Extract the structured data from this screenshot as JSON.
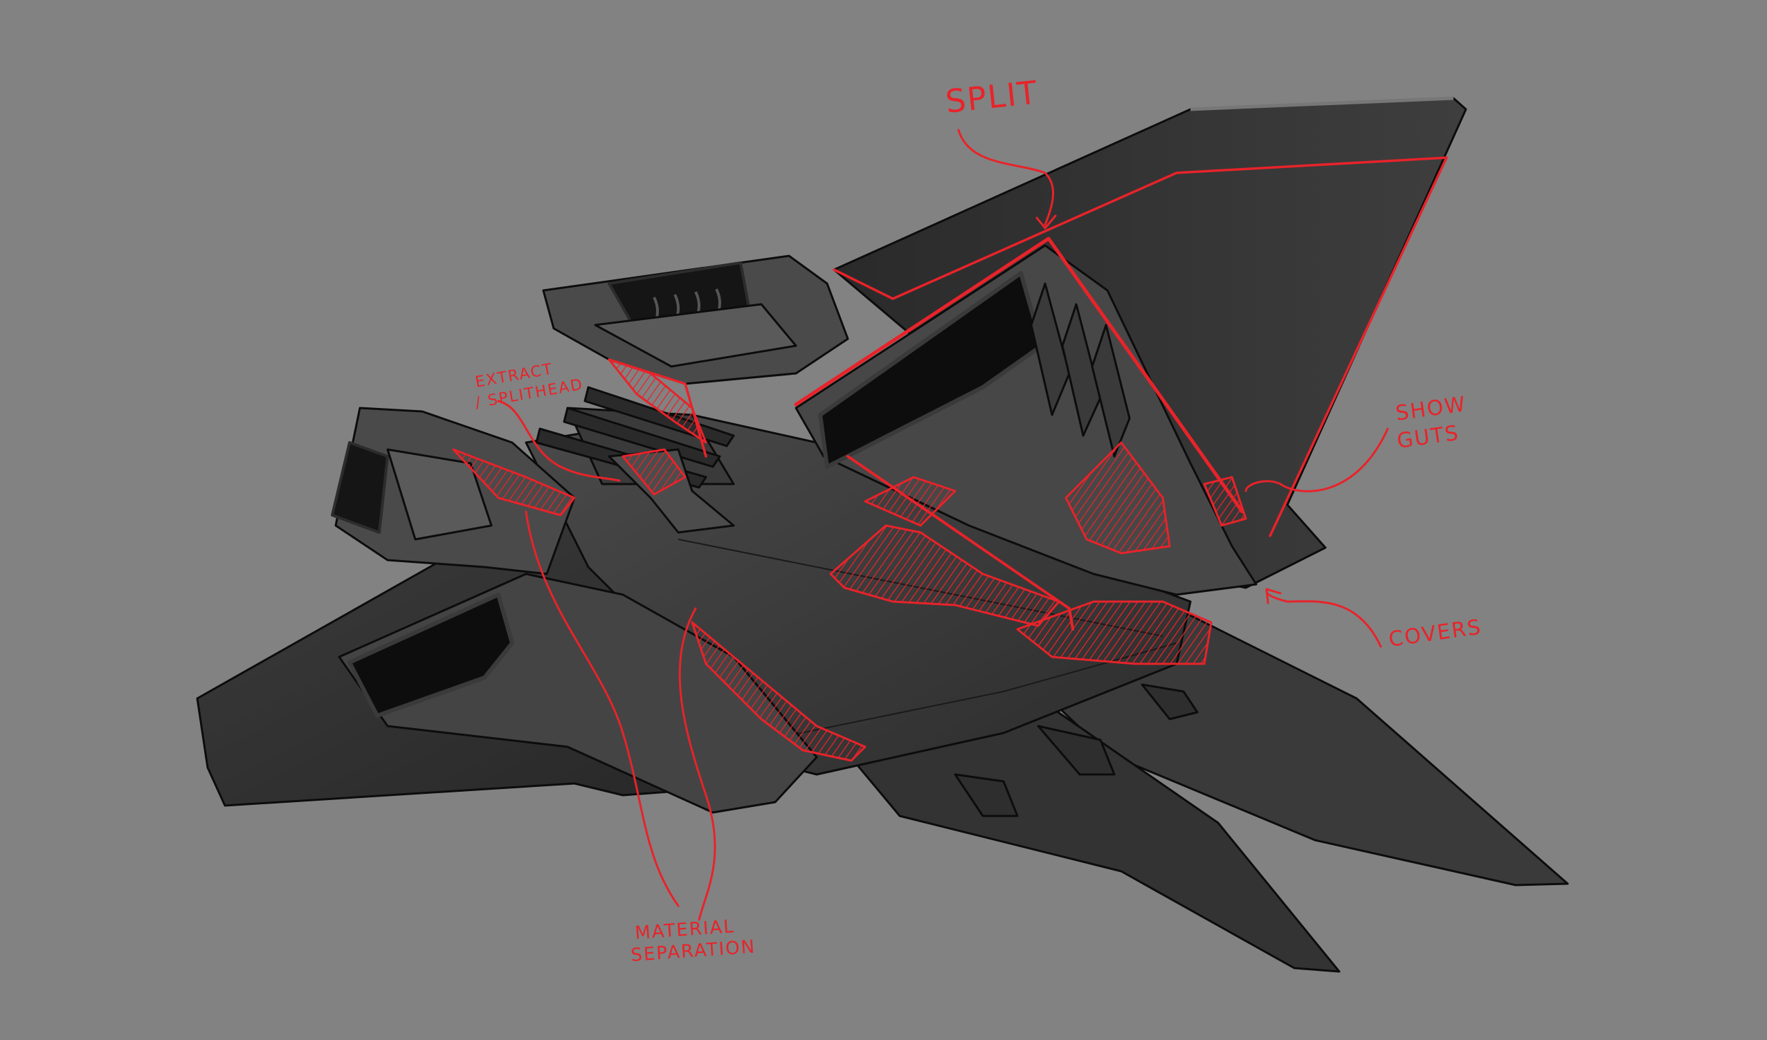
{
  "colors": {
    "background": "#828282",
    "hull_dark": "#2f2f2f",
    "hull_mid": "#3d3d3d",
    "hull_light": "#555555",
    "edge": "#0c0c0c",
    "markup_red": "#e8232a"
  },
  "annotations": {
    "split": "SPLIT",
    "extract_line1": "EXTRACT",
    "extract_line2": "/ SPLITHEAD",
    "show_line1": "SHOW",
    "show_line2": "GUTS",
    "covers": "COVERS",
    "material_line1": "MATERIAL",
    "material_line2": "SEPARATION"
  }
}
